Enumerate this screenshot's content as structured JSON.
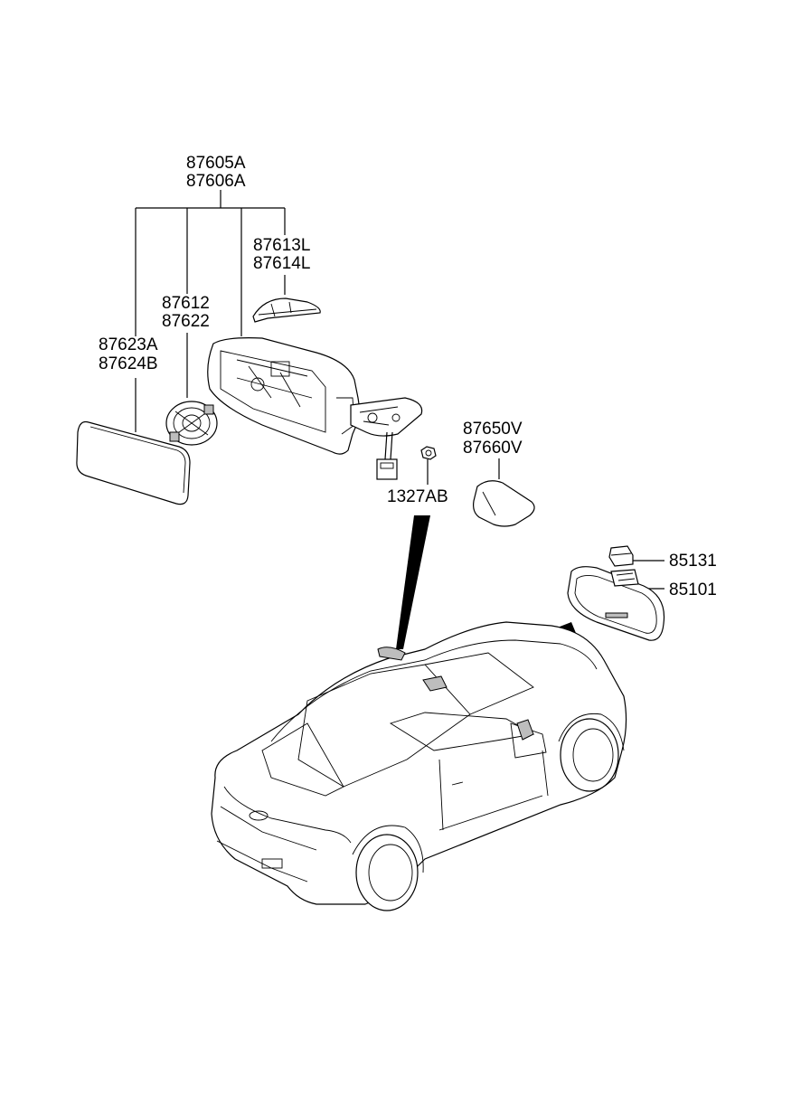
{
  "callouts": {
    "mirror_assembly_a": "87605A",
    "mirror_assembly_b": "87606A",
    "cover_a": "87613L",
    "cover_b": "87614L",
    "actuator_a": "87612",
    "actuator_b": "87622",
    "glass_a": "87623A",
    "glass_b": "87624B",
    "garnish_a": "87650V",
    "garnish_b": "87660V",
    "nut": "1327AB",
    "inside_mirror_cover": "85131",
    "inside_mirror": "85101"
  }
}
